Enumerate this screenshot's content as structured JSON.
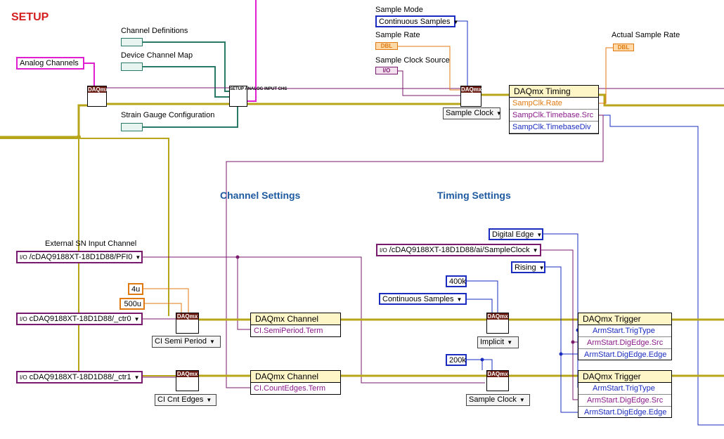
{
  "title": "SETUP",
  "sections": {
    "channel_settings": "Channel Settings",
    "timing_settings": "Timing Settings"
  },
  "labels": {
    "channel_definitions": "Channel Definitions",
    "device_channel_map": "Device Channel Map",
    "strain_gauge_configuration": "Strain Gauge Configuration",
    "sample_mode": "Sample Mode",
    "sample_rate": "Sample Rate",
    "sample_clock_source": "Sample Clock Source",
    "actual_sample_rate": "Actual Sample Rate",
    "external_sn_input_channel": "External SN Input Channel"
  },
  "constants": {
    "analog_channels": "Analog Channels",
    "continuous_samples_top": "Continuous Samples",
    "dbl": "DBL",
    "io": "I/O",
    "pfi0": "/cDAQ9188XT-18D1D88/PFI0",
    "ctr0": "cDAQ9188XT-18D1D88/_ctr0",
    "ctr1": "cDAQ9188XT-18D1D88/_ctr1",
    "min_4u": "4u",
    "max_500u": "500u",
    "digital_edge": "Digital Edge",
    "ai_sample_clock": "/cDAQ9188XT-18D1D88/ai/SampleClock",
    "rising": "Rising",
    "rate_400k": "400k",
    "continuous_samples_mid": "Continuous Samples",
    "rate_200k": "200k"
  },
  "subvi": {
    "setup_analog": "SETUP ANALOG INPUT CHS",
    "daqmx": "DAQmx"
  },
  "selectors": {
    "sample_clock_top": "Sample Clock",
    "ci_semi_period": "CI Semi Period",
    "ci_cnt_edges": "CI Cnt Edges",
    "implicit": "Implicit",
    "sample_clock_bottom": "Sample Clock"
  },
  "property_nodes": {
    "timing": {
      "title": "DAQmx Timing",
      "rows": [
        "SampClk.Rate",
        "SampClk.Timebase.Src",
        "SampClk.TimebaseDiv"
      ]
    },
    "channel1": {
      "title": "DAQmx Channel",
      "rows": [
        "CI.SemiPeriod.Term"
      ]
    },
    "channel2": {
      "title": "DAQmx Channel",
      "rows": [
        "CI.CountEdges.Term"
      ]
    },
    "trigger1": {
      "title": "DAQmx Trigger",
      "rows": [
        "ArmStart.TrigType",
        "ArmStart.DigEdge.Src",
        "ArmStart.DigEdge.Edge"
      ]
    },
    "trigger2": {
      "title": "DAQmx Trigger",
      "rows": [
        "ArmStart.TrigType",
        "ArmStart.DigEdge.Src",
        "ArmStart.DigEdge.Edge"
      ]
    }
  },
  "colors": {
    "title": "#d42020",
    "section": "#1e5aa0",
    "task_wire": "#1c8a1c",
    "error_wire": "#b8a61a",
    "string_wire": "#e020d0",
    "int_wire": "#1a2bbf",
    "dbl_wire": "#e07a10",
    "io_wire": "#7a1a6e",
    "cluster_wire": "#2a7a6a"
  },
  "icons": [
    "daqmx-create-channel-icon",
    "daqmx-timing-icon",
    "setup-analog-subvi-icon",
    "property-node-icon",
    "control-terminal-icon"
  ]
}
